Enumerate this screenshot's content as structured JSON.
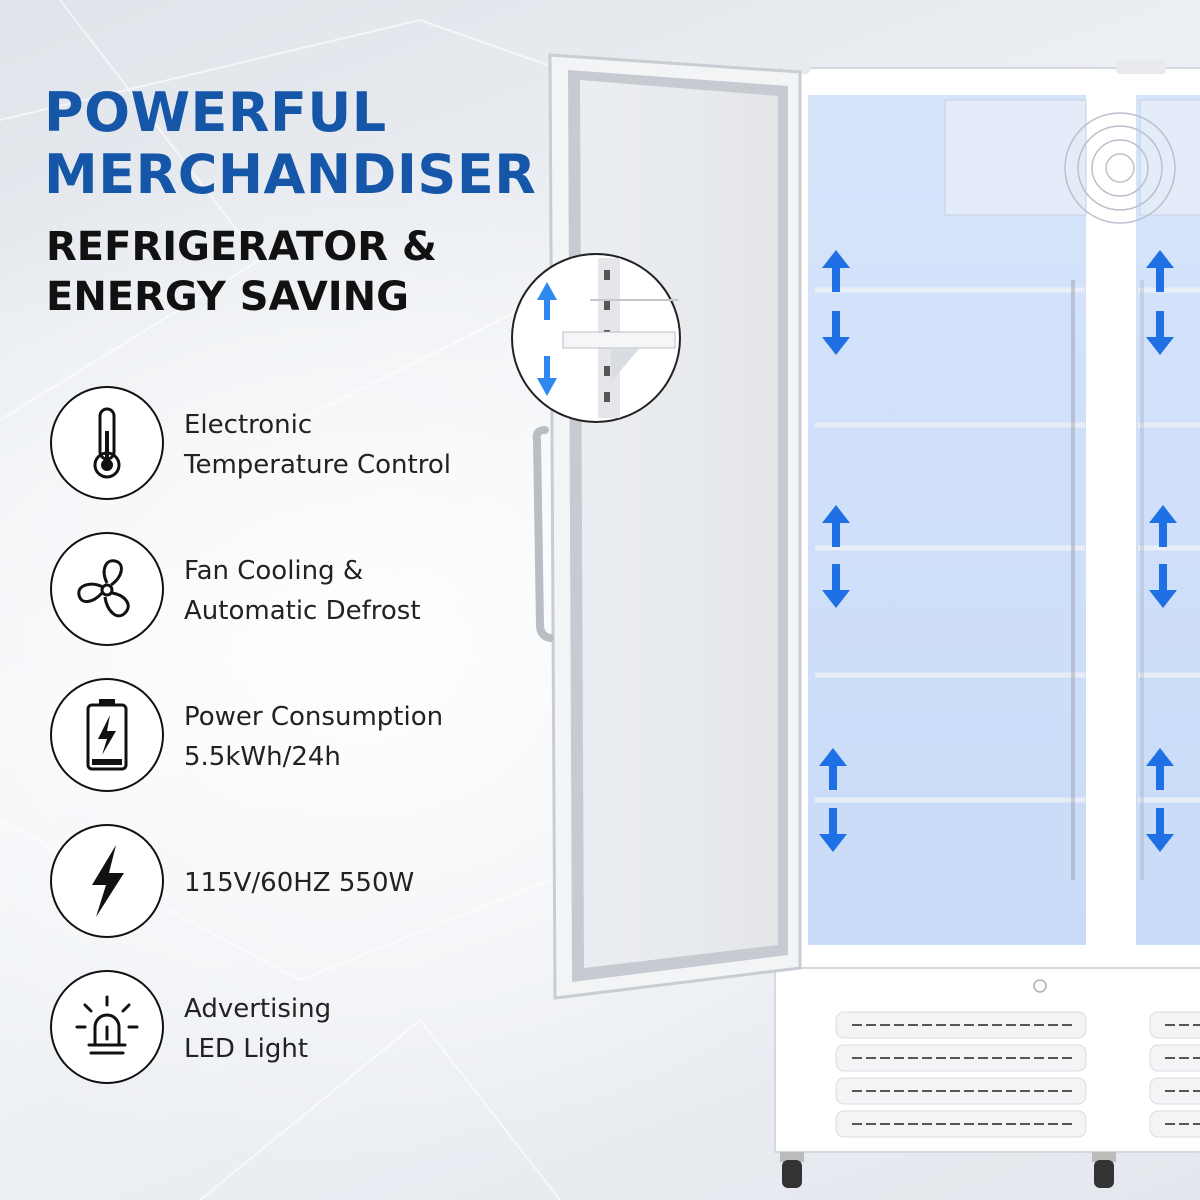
{
  "heading": {
    "title_line1": "POWERFUL",
    "title_line2": "MERCHANDISER",
    "subtitle_line1": "REFRIGERATOR &",
    "subtitle_line2": "ENERGY SAVING"
  },
  "features": [
    {
      "icon": "thermometer-icon",
      "line1": "Electronic",
      "line2": "Temperature Control"
    },
    {
      "icon": "fan-icon",
      "line1": "Fan Cooling &",
      "line2": "Automatic Defrost"
    },
    {
      "icon": "battery-icon",
      "line1": "Power Consumption",
      "line2": "5.5kWh/24h"
    },
    {
      "icon": "lightning-icon",
      "line1": "115V/60HZ 550W",
      "line2": ""
    },
    {
      "icon": "led-light-icon",
      "line1": "Advertising",
      "line2": "LED Light"
    }
  ],
  "colors": {
    "title_blue": "#1656a8",
    "arrow_blue": "#1f6fe5",
    "interior_blue": "#cfe0fb",
    "text": "#222222"
  }
}
